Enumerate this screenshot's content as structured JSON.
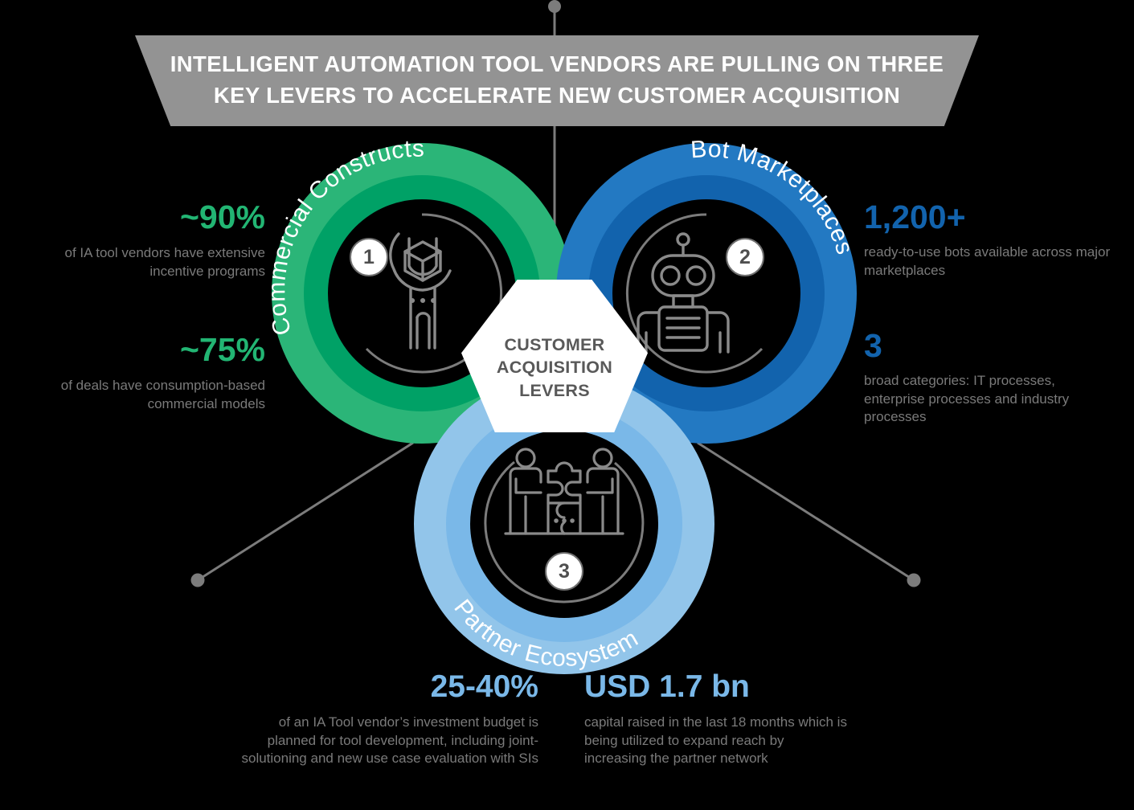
{
  "banner": {
    "title": "INTELLIGENT AUTOMATION TOOL VENDORS ARE PULLING ON THREE KEY LEVERS TO ACCELERATE NEW CUSTOMER ACQUISITION",
    "background_color": "#939393",
    "text_color": "#ffffff"
  },
  "center": {
    "label": "CUSTOMER ACQUISITION LEVERS",
    "line1": "CUSTOMER",
    "line2": "ACQUISITION",
    "line3": "LEVERS",
    "text_color": "#595959",
    "plate_color": "#ffffff"
  },
  "levers": [
    {
      "number": "1",
      "title": "Commercial Constructs",
      "icon": "wrench-cube-icon",
      "outer_color": "#2bb578",
      "inner_color": "#00a166"
    },
    {
      "number": "2",
      "title": "Bot Marketplaces",
      "icon": "robot-icon",
      "outer_color": "#2379c2",
      "inner_color": "#1263ad"
    },
    {
      "number": "3",
      "title": "Partner Ecosystem",
      "icon": "partners-puzzle-icon",
      "outer_color": "#92c5ea",
      "inner_color": "#7ab8e8"
    }
  ],
  "stats": {
    "left": [
      {
        "value": "~90%",
        "color": "#22b573",
        "description": "of IA tool vendors have extensive incentive programs"
      },
      {
        "value": "~75%",
        "color": "#22b573",
        "description": "of deals have consumption-based commercial models"
      }
    ],
    "right": [
      {
        "value": "1,200+",
        "color": "#1263ad",
        "description": "ready-to-use bots available across major marketplaces"
      },
      {
        "value": "3",
        "color": "#1263ad",
        "description": "broad categories: IT processes, enterprise processes and industry processes"
      }
    ],
    "bottom": [
      {
        "value": "25-40%",
        "color": "#7ab8e8",
        "description": "of an IA Tool vendor’s investment budget is planned for tool development, including joint-solutioning and new use case evaluation with SIs"
      },
      {
        "value": "USD 1.7 bn",
        "color": "#7ab8e8",
        "description": "capital raised in the last 18 months which is being utilized to expand reach by increasing the partner network"
      }
    ]
  },
  "theme": {
    "background": "#000000",
    "connector_color": "#7c7c7c",
    "body_text_color": "#7a7a7a"
  }
}
